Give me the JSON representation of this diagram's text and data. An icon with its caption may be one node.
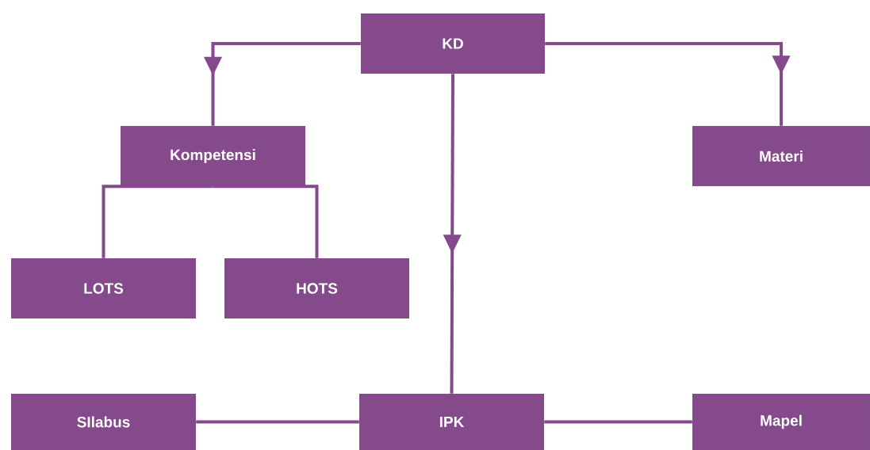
{
  "diagram": {
    "nodes": [
      {
        "text": [
          "KD"
        ]
      },
      {
        "text": [
          "Kompetensi"
        ]
      },
      {
        "text": [
          "Materi"
        ]
      },
      {
        "text": [
          "LOTS"
        ]
      },
      {
        "text": [
          "HOTS"
        ]
      },
      {
        "text": [
          "SIlabus"
        ]
      },
      {
        "text": [
          "IPK"
        ]
      },
      {
        "text": [
          "Mapel"
        ]
      }
    ],
    "edges": [
      {
        "from": 0,
        "to": 1,
        "arrow": "to"
      },
      {
        "from": 0,
        "to": 2,
        "arrow": "to"
      },
      {
        "from": 0,
        "to": 6,
        "arrow": "to"
      },
      {
        "from": 1,
        "to": 3,
        "arrow": "none"
      },
      {
        "from": 1,
        "to": 4,
        "arrow": "none"
      },
      {
        "from": 5,
        "to": 6,
        "arrow": "none"
      },
      {
        "from": 6,
        "to": 7,
        "arrow": "none"
      }
    ]
  }
}
